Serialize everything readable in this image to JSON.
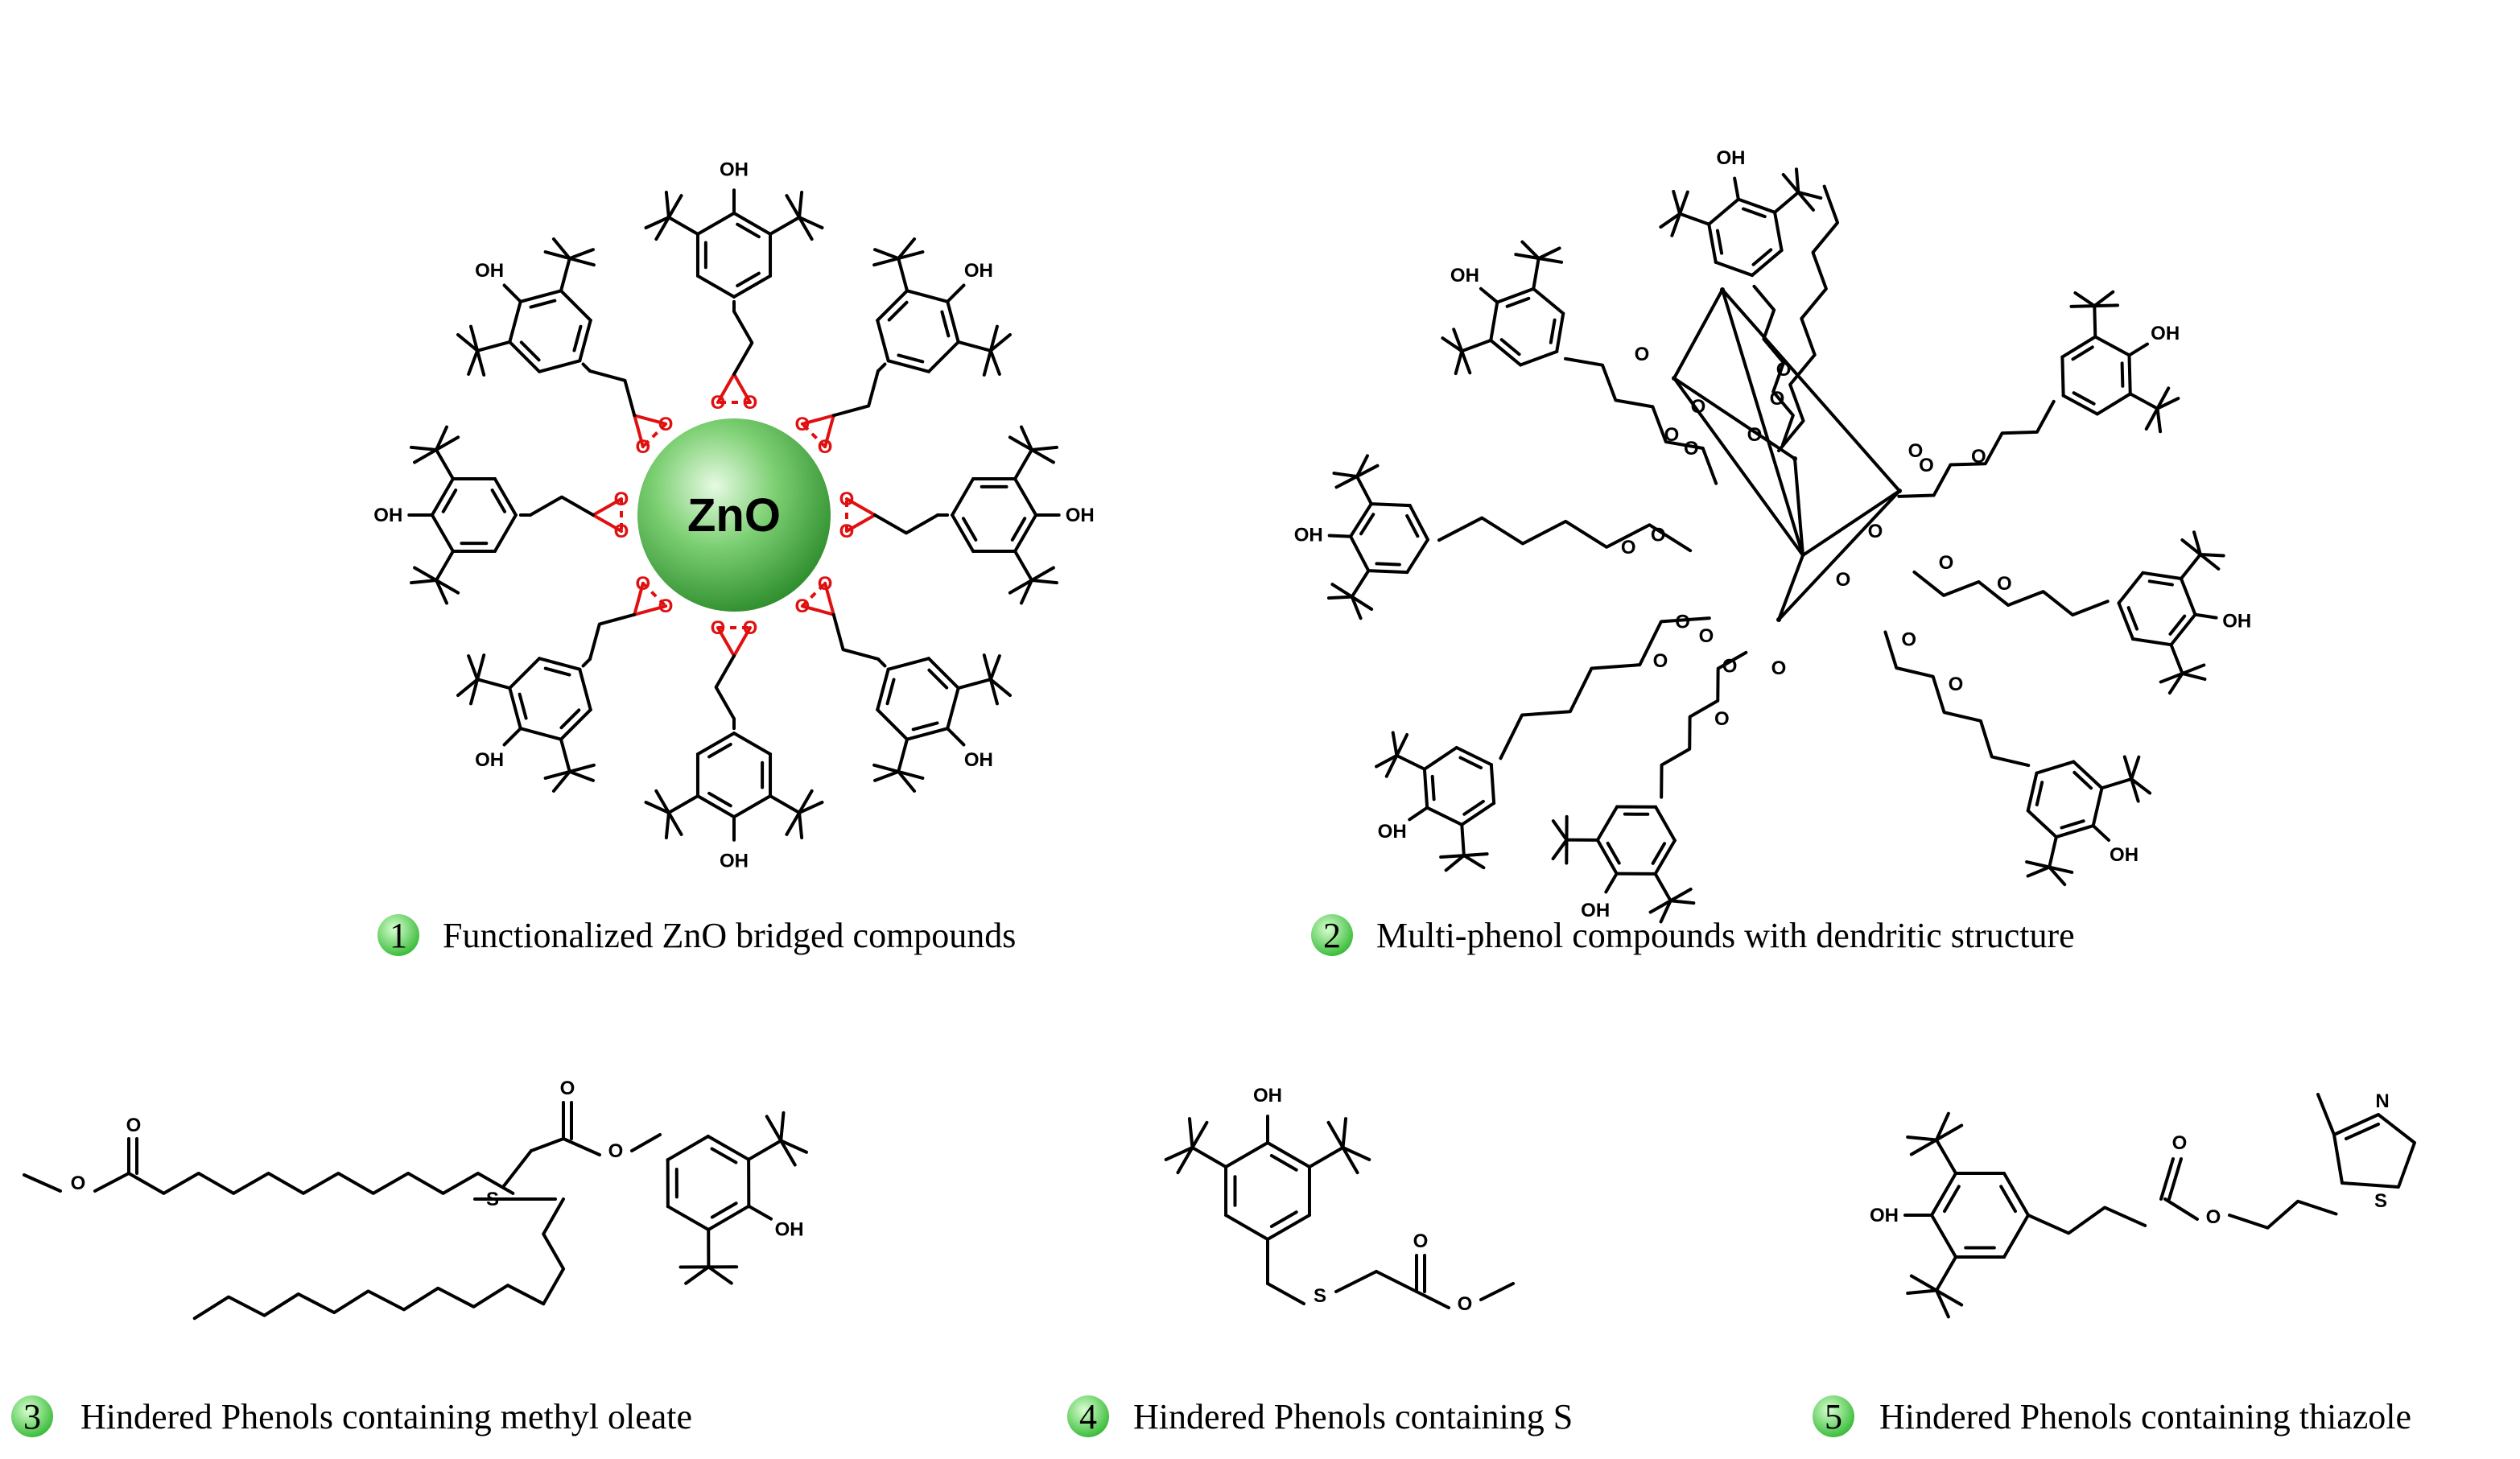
{
  "core_label": "ZnO",
  "atoms": {
    "hydroxyl": "OH",
    "oxygen": "O",
    "sulfur": "S",
    "nitrogen": "N"
  },
  "colors": {
    "bridge": "#e01010",
    "sphere_light": "#c9f2c2",
    "sphere_dark": "#2a8a2a",
    "badge": "#43d043"
  },
  "captions": [
    {
      "number": "1",
      "text": "Functionalized ZnO bridged compounds"
    },
    {
      "number": "2",
      "text": "Multi-phenol compounds with dendritic structure"
    },
    {
      "number": "3",
      "text": "Hindered Phenols containing methyl oleate"
    },
    {
      "number": "4",
      "text": "Hindered Phenols containing S"
    },
    {
      "number": "5",
      "text": "Hindered Phenols containing thiazole"
    }
  ]
}
